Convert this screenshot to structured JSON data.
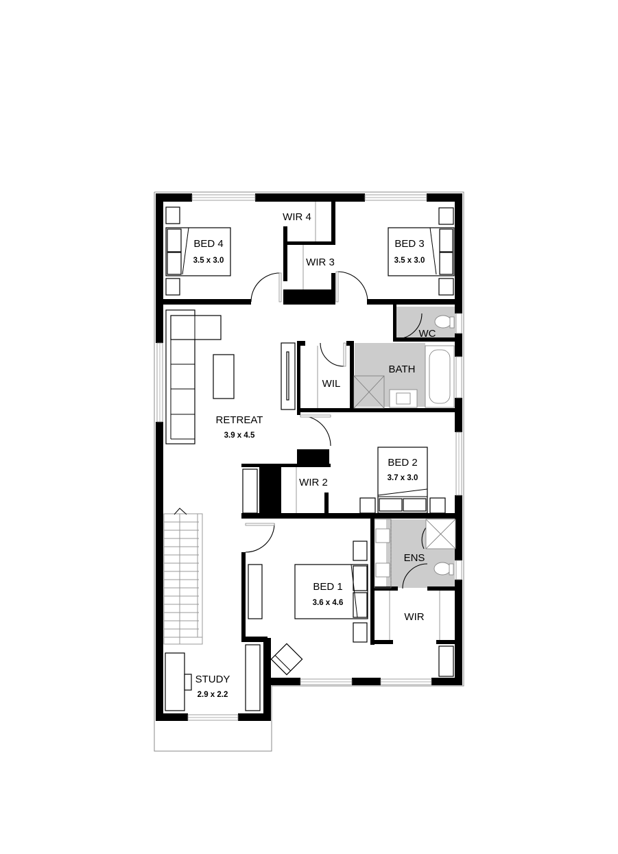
{
  "floor_plan": {
    "rooms": {
      "bed4": {
        "name": "BED 4",
        "size": "3.5 x 3.0"
      },
      "wir4": {
        "name": "WIR 4"
      },
      "wir3": {
        "name": "WIR 3"
      },
      "bed3": {
        "name": "BED 3",
        "size": "3.5 x 3.0"
      },
      "wc": {
        "name": "WC"
      },
      "bath": {
        "name": "BATH"
      },
      "wil": {
        "name": "WIL"
      },
      "retreat": {
        "name": "RETREAT",
        "size": "3.9 x 4.5"
      },
      "wir2": {
        "name": "WIR 2"
      },
      "bed2": {
        "name": "BED 2",
        "size": "3.7 x 3.0"
      },
      "ens": {
        "name": "ENS"
      },
      "bed1": {
        "name": "BED 1",
        "size": "3.6 x 4.6"
      },
      "wir": {
        "name": "WIR"
      },
      "study": {
        "name": "STUDY",
        "size": "2.9 x 2.2"
      }
    },
    "colors": {
      "wall": "#000000",
      "wet_area": "#cccccc",
      "outline": "#888888"
    }
  }
}
